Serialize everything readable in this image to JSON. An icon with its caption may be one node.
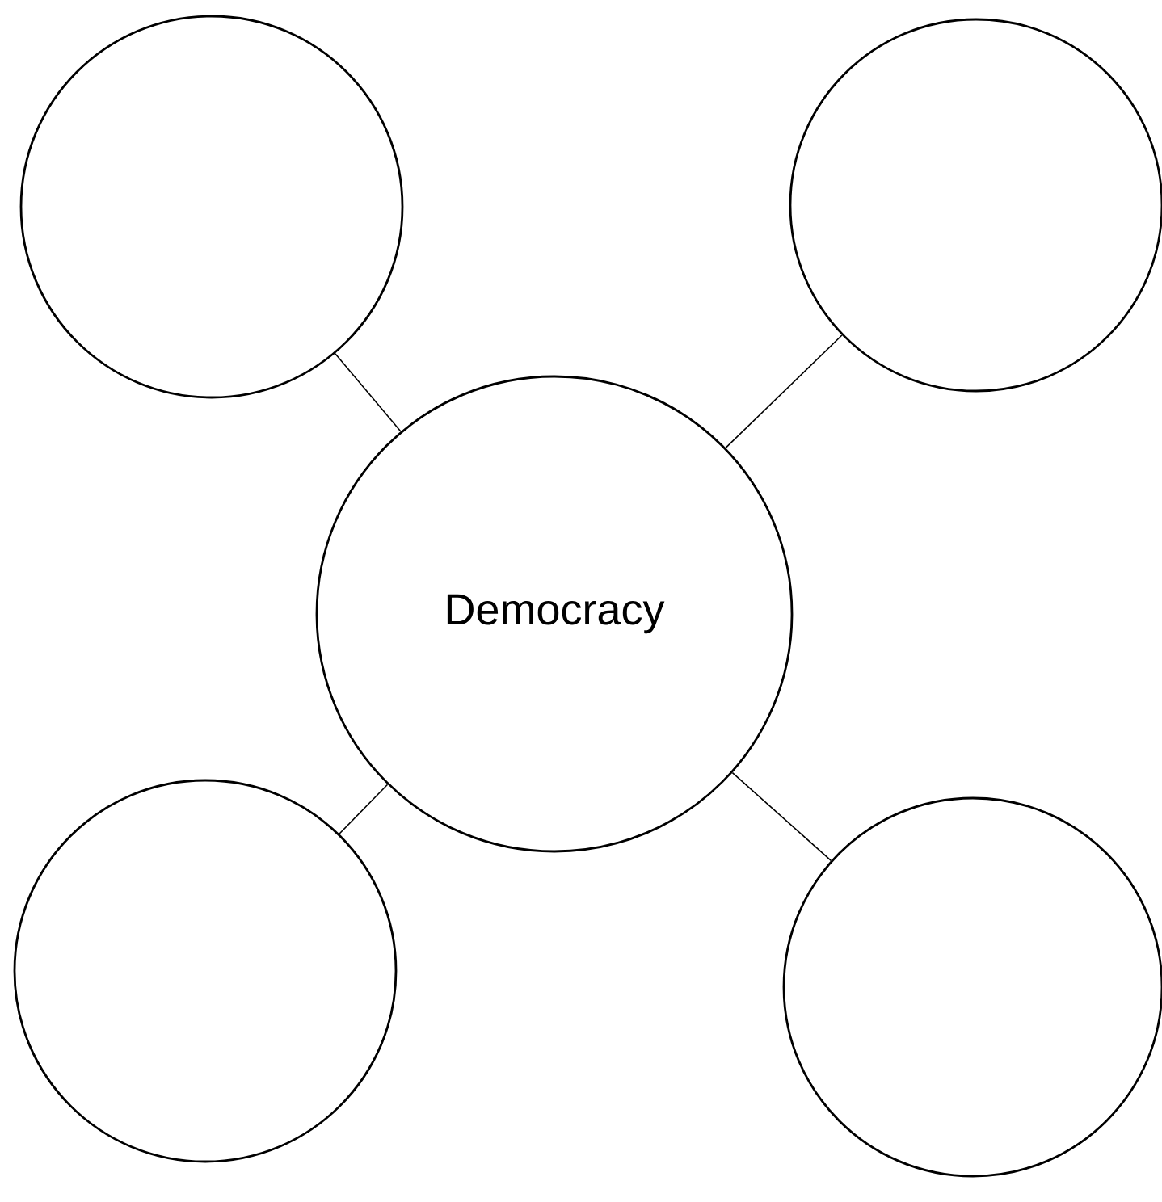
{
  "diagram": {
    "nodes": [
      {
        "text": [],
        "shape": "circle"
      },
      {
        "text": [],
        "shape": "circle"
      },
      {
        "text": [
          "Democracy"
        ]
      },
      {
        "text": [],
        "shape": "circle"
      },
      {
        "text": [],
        "shape": "circle"
      }
    ],
    "edges": [
      {
        "from": 2,
        "to": 0,
        "arrow": "none"
      },
      {
        "from": 2,
        "to": 1,
        "arrow": "none"
      },
      {
        "from": 2,
        "to": 3,
        "arrow": "none"
      },
      {
        "from": 2,
        "to": 4,
        "arrow": "none"
      }
    ]
  }
}
